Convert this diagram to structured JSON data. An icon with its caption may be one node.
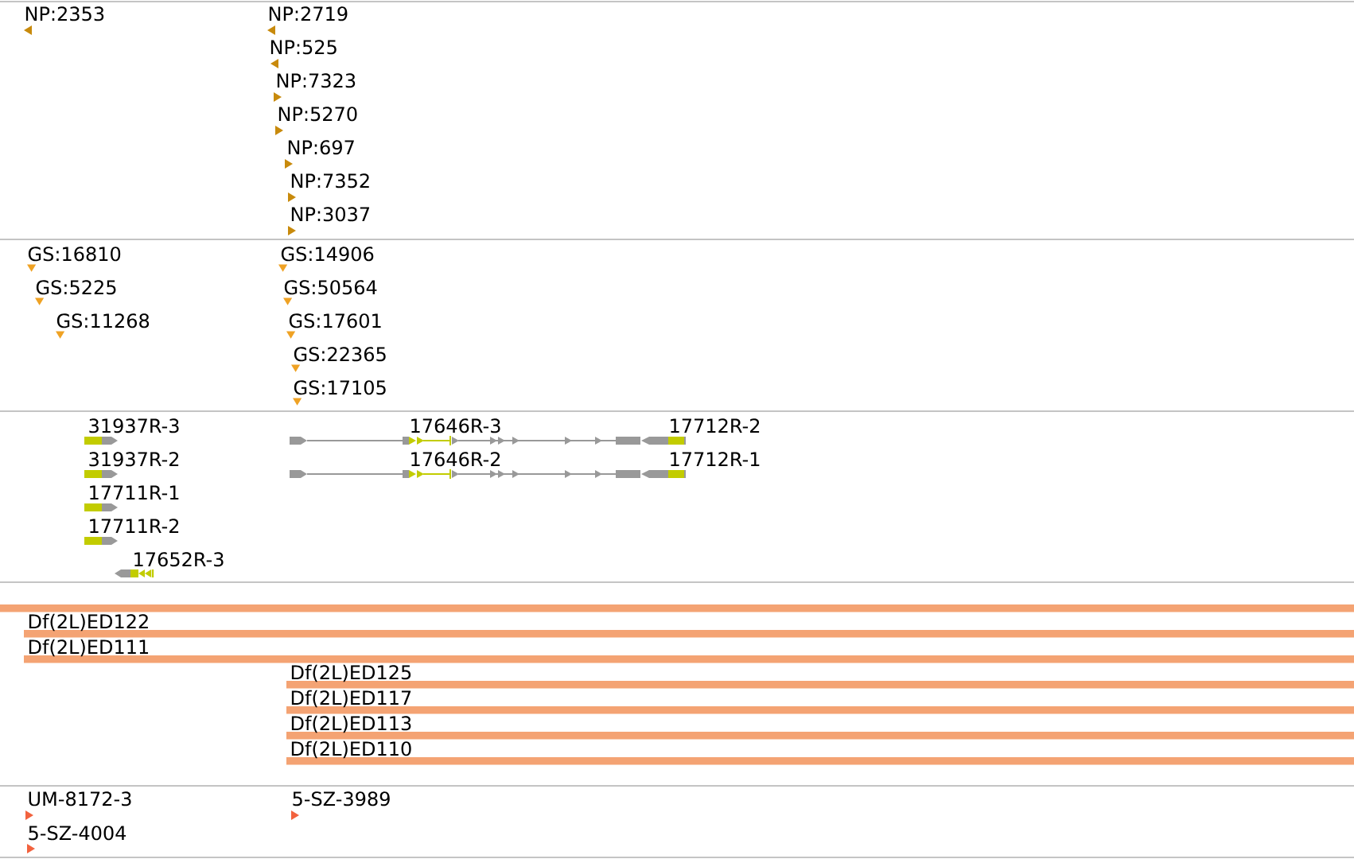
{
  "diagram": {
    "labels": [
      "NP:2353",
      "NP:2719",
      "NP:525",
      "NP:7323",
      "NP:5270",
      "NP:697",
      "NP:7352",
      "NP:3037",
      "GS:16810",
      "GS:14906",
      "GS:5225",
      "GS:50564",
      "GS:11268",
      "GS:17601",
      "GS:22365",
      "GS:17105",
      "31937R-3",
      "17646R-3",
      "17712R-2",
      "31937R-2",
      "17646R-2",
      "17712R-1",
      "17711R-1",
      "17711R-2",
      "17652R-3",
      "Df(2L)ED122",
      "Df(2L)ED111",
      "Df(2L)ED125",
      "Df(2L)ED117",
      "Df(2L)ED113",
      "Df(2L)ED110",
      "UM-8172-3",
      "5-SZ-3989",
      "5-SZ-4004"
    ]
  }
}
